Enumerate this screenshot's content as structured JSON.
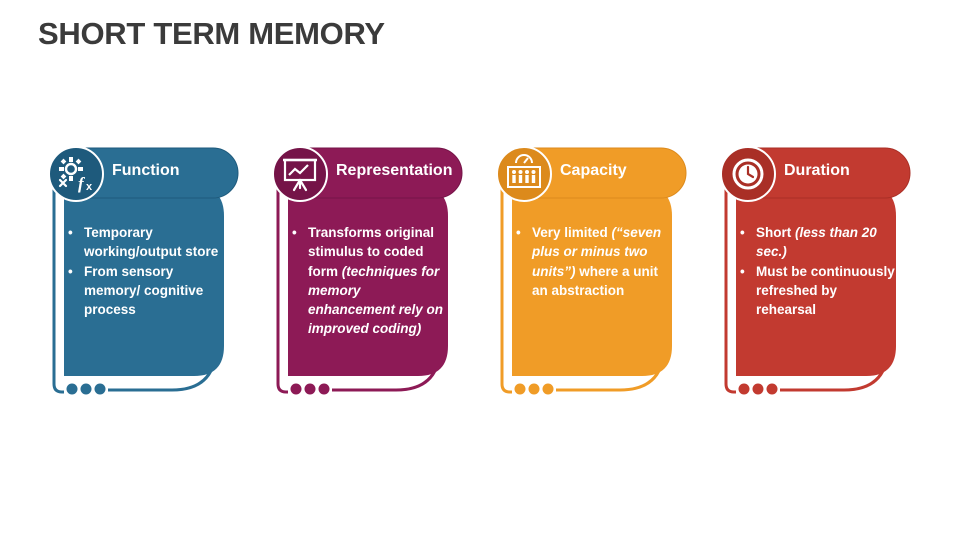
{
  "title": "SHORT TERM MEMORY",
  "cards": [
    {
      "title": "Function",
      "icon": "gear-function-icon",
      "color": "#2a6e93",
      "dark": "#1e5a7c",
      "bullets": [
        [
          {
            "t": "Temporary working/output store",
            "i": false
          }
        ],
        [
          {
            "t": "From sensory memory/ cognitive process",
            "i": false
          }
        ]
      ]
    },
    {
      "title": "Representation",
      "icon": "presentation-chart-icon",
      "color": "#8d1a56",
      "dark": "#751448",
      "bullets": [
        [
          {
            "t": "Transforms original stimulus to coded form ",
            "i": false
          },
          {
            "t": "(techniques for memory enhancement rely on improved coding)",
            "i": true
          }
        ]
      ]
    },
    {
      "title": "Capacity",
      "icon": "people-gauge-icon",
      "color": "#f09c27",
      "dark": "#dc8a1c",
      "bullets": [
        [
          {
            "t": "Very limited ",
            "i": false
          },
          {
            "t": "(“seven plus or minus two units”)",
            "i": true
          },
          {
            "t": " where a unit an abstraction",
            "i": false
          }
        ]
      ]
    },
    {
      "title": "Duration",
      "icon": "clock-icon",
      "color": "#c23a30",
      "dark": "#a92f26",
      "bullets": [
        [
          {
            "t": "Short ",
            "i": false
          },
          {
            "t": "(less than 20 sec.)",
            "i": true
          }
        ],
        [
          {
            "t": "Must be continuously refreshed by rehearsal",
            "i": false
          }
        ]
      ]
    }
  ]
}
